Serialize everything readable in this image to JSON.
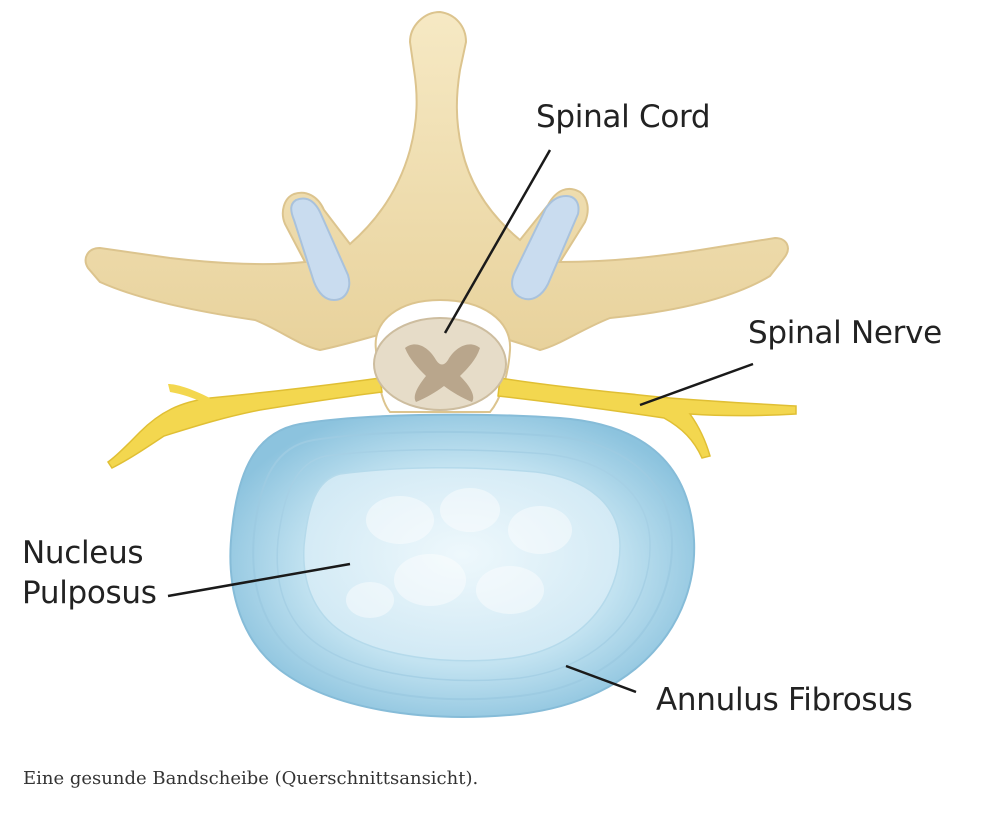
{
  "labels": {
    "spinal_cord": "Spinal Cord",
    "spinal_nerve": "Spinal Nerve",
    "nucleus_line1": "Nucleus",
    "nucleus_line2": "Pulposus",
    "annulus": "Annulus Fibrosus"
  },
  "caption": "Eine gesunde Bandscheibe (Querschnittsansicht).",
  "colors": {
    "bone": "#f1dfb0",
    "bone_shadow": "#d9c08a",
    "cartilage": "#c9dcef",
    "nerve": "#f3d74f",
    "cord": "#e3d8c3",
    "cord_gray_matter": "#b9a68c",
    "annulus": "#aed6ea",
    "nucleus": "#dff1f8",
    "text": "#222222"
  }
}
